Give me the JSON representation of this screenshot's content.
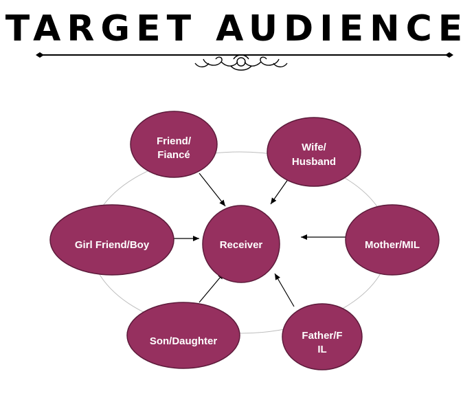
{
  "title": "TARGET AUDIENCE",
  "colors": {
    "node_fill": "#96305f",
    "node_stroke": "#5c1a3a",
    "arrow": "#000000",
    "ring": "#bdbdbd",
    "title": "#000000"
  },
  "diagram": {
    "center": {
      "id": "receiver",
      "lines": [
        "Receiver"
      ]
    },
    "nodes": [
      {
        "id": "friend-fiance",
        "lines": [
          "Friend/",
          "Fiancé"
        ]
      },
      {
        "id": "wife-husband",
        "lines": [
          "Wife/",
          "Husband"
        ]
      },
      {
        "id": "girlfriend-boy",
        "lines": [
          "Girl Friend/Boy"
        ]
      },
      {
        "id": "mother-mil",
        "lines": [
          "Mother/MIL"
        ]
      },
      {
        "id": "son-daughter",
        "lines": [
          "Son/Daughter"
        ]
      },
      {
        "id": "father-fil",
        "lines": [
          "Father/F",
          "IL"
        ]
      }
    ]
  }
}
